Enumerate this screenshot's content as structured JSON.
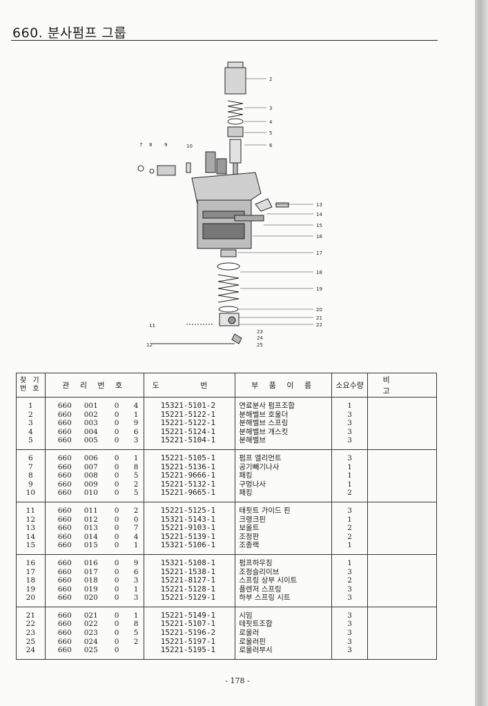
{
  "header": {
    "title": "660. 분사펌프 그룹"
  },
  "diagram": {
    "callouts": [
      "2",
      "3",
      "4",
      "5",
      "6",
      "7",
      "8",
      "9",
      "10",
      "11",
      "12",
      "13",
      "14",
      "15",
      "16",
      "17",
      "18",
      "19",
      "20",
      "21",
      "22",
      "23",
      "24",
      "25"
    ]
  },
  "table": {
    "headers": {
      "index": "찾 기\n번 호",
      "mgmt": "관 리 번 호",
      "drawing": "도  번",
      "name": "부 품 이 름",
      "qty": "소요수량",
      "note": "비  고"
    },
    "groups": [
      [
        {
          "no": "1",
          "m1": "660",
          "m2": "001",
          "m3": "0",
          "m4": "4",
          "drawing": "15321-5101-2",
          "name": "연료분사 펌프조합",
          "qty": "1"
        },
        {
          "no": "2",
          "m1": "660",
          "m2": "002",
          "m3": "0",
          "m4": "1",
          "drawing": "15221-5122-1",
          "name": "분해벨브 호울더",
          "qty": "3"
        },
        {
          "no": "3",
          "m1": "660",
          "m2": "003",
          "m3": "0",
          "m4": "9",
          "drawing": "15221-5122-1",
          "name": "분해벨브 스프링",
          "qty": "3"
        },
        {
          "no": "4",
          "m1": "660",
          "m2": "004",
          "m3": "0",
          "m4": "6",
          "drawing": "15221-5124-1",
          "name": "분해벨브 개스킷",
          "qty": "3"
        },
        {
          "no": "5",
          "m1": "660",
          "m2": "005",
          "m3": "0",
          "m4": "3",
          "drawing": "15221-5104-1",
          "name": "분해벨브",
          "qty": "3"
        }
      ],
      [
        {
          "no": "6",
          "m1": "660",
          "m2": "006",
          "m3": "0",
          "m4": "1",
          "drawing": "15221-5105-1",
          "name": "펌프 엘리먼트",
          "qty": "3"
        },
        {
          "no": "7",
          "m1": "660",
          "m2": "007",
          "m3": "0",
          "m4": "8",
          "drawing": "15221-5136-1",
          "name": "공기빼기나사",
          "qty": "1"
        },
        {
          "no": "8",
          "m1": "660",
          "m2": "008",
          "m3": "0",
          "m4": "5",
          "drawing": "15221-9666-1",
          "name": "패킹",
          "qty": "1"
        },
        {
          "no": "9",
          "m1": "660",
          "m2": "009",
          "m3": "0",
          "m4": "2",
          "drawing": "15221-5132-1",
          "name": "구멍나사",
          "qty": "1"
        },
        {
          "no": "10",
          "m1": "660",
          "m2": "010",
          "m3": "0",
          "m4": "5",
          "drawing": "15221-9665-1",
          "name": "패킹",
          "qty": "2"
        }
      ],
      [
        {
          "no": "11",
          "m1": "660",
          "m2": "011",
          "m3": "0",
          "m4": "2",
          "drawing": "15221-5125-1",
          "name": "태핏트 가이드 핀",
          "qty": "3"
        },
        {
          "no": "12",
          "m1": "660",
          "m2": "012",
          "m3": "0",
          "m4": "0",
          "drawing": "15321-5143-1",
          "name": "크랭크핀",
          "qty": "1"
        },
        {
          "no": "13",
          "m1": "660",
          "m2": "013",
          "m3": "0",
          "m4": "7",
          "drawing": "15221-9103-1",
          "name": "보올트",
          "qty": "2"
        },
        {
          "no": "14",
          "m1": "660",
          "m2": "014",
          "m3": "0",
          "m4": "4",
          "drawing": "15221-5139-1",
          "name": "조정판",
          "qty": "2"
        },
        {
          "no": "15",
          "m1": "660",
          "m2": "015",
          "m3": "0",
          "m4": "1",
          "drawing": "15321-5106-1",
          "name": "조종랙",
          "qty": "1"
        }
      ],
      [
        {
          "no": "16",
          "m1": "660",
          "m2": "016",
          "m3": "0",
          "m4": "9",
          "drawing": "15321-5108-1",
          "name": "펌프하우징",
          "qty": "1"
        },
        {
          "no": "17",
          "m1": "660",
          "m2": "017",
          "m3": "0",
          "m4": "6",
          "drawing": "15221-1538-1",
          "name": "조정슬리이브",
          "qty": "3"
        },
        {
          "no": "18",
          "m1": "660",
          "m2": "018",
          "m3": "0",
          "m4": "3",
          "drawing": "15221-8127-1",
          "name": "스프링 상부 시이트",
          "qty": "2"
        },
        {
          "no": "19",
          "m1": "660",
          "m2": "019",
          "m3": "0",
          "m4": "1",
          "drawing": "15221-5128-1",
          "name": "플렌저 스프링",
          "qty": "3"
        },
        {
          "no": "20",
          "m1": "660",
          "m2": "020",
          "m3": "0",
          "m4": "3",
          "drawing": "15221-5129-1",
          "name": "하부 스프링 시트",
          "qty": "3"
        }
      ],
      [
        {
          "no": "21",
          "m1": "660",
          "m2": "021",
          "m3": "0",
          "m4": "1",
          "drawing": "15221-5149-1",
          "name": "시임",
          "qty": "3"
        },
        {
          "no": "22",
          "m1": "660",
          "m2": "022",
          "m3": "0",
          "m4": "8",
          "drawing": "15221-5107-1",
          "name": "테핏트조합",
          "qty": "3"
        },
        {
          "no": "23",
          "m1": "660",
          "m2": "023",
          "m3": "0",
          "m4": "5",
          "drawing": "15221-5196-2",
          "name": "로울러",
          "qty": "3"
        },
        {
          "no": "25",
          "m1": "660",
          "m2": "024",
          "m3": "0",
          "m4": "2",
          "drawing": "15221-5197-1",
          "name": "로울러핀",
          "qty": "3"
        },
        {
          "no": "24",
          "m1": "660",
          "m2": "025",
          "m3": "0",
          "m4": "",
          "drawing": "15221-5195-1",
          "name": "로울러부시",
          "qty": "3"
        }
      ]
    ]
  },
  "footer": {
    "page": "- 178 -"
  }
}
